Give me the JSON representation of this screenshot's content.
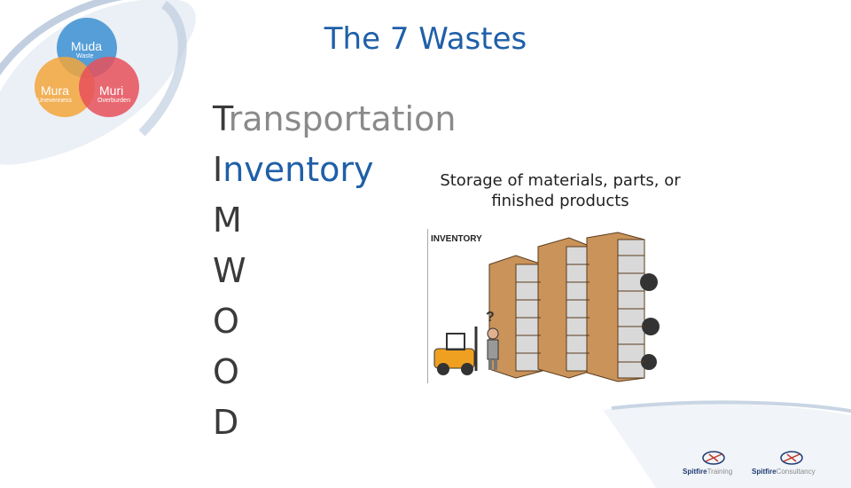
{
  "title": "The 7 Wastes",
  "venn": {
    "muda": "Muda",
    "muda_sub": "Waste",
    "mura": "Mura",
    "mura_sub": "Unevenness",
    "muri": "Muri",
    "muri_sub": "Overburden",
    "colors": {
      "muda": "#3b8fd1",
      "mura": "#f3a43b",
      "muri": "#e8505b"
    }
  },
  "wastes": [
    {
      "first": "T",
      "rest": "ransportation"
    },
    {
      "first": "I",
      "rest": "nventory"
    },
    {
      "first": "M",
      "rest": ""
    },
    {
      "first": "W",
      "rest": ""
    },
    {
      "first": "O",
      "rest": ""
    },
    {
      "first": "O",
      "rest": ""
    },
    {
      "first": "D",
      "rest": ""
    }
  ],
  "description": {
    "line1": "Storage of materials, parts, or",
    "line2": "finished products"
  },
  "illustration": {
    "label": "INVENTORY",
    "question_mark": "?"
  },
  "logos": [
    {
      "brand": "Spitfire",
      "suffix": "Training"
    },
    {
      "brand": "Spitfire",
      "suffix": "Consultancy"
    }
  ],
  "accent_color": "#1f5fa8"
}
